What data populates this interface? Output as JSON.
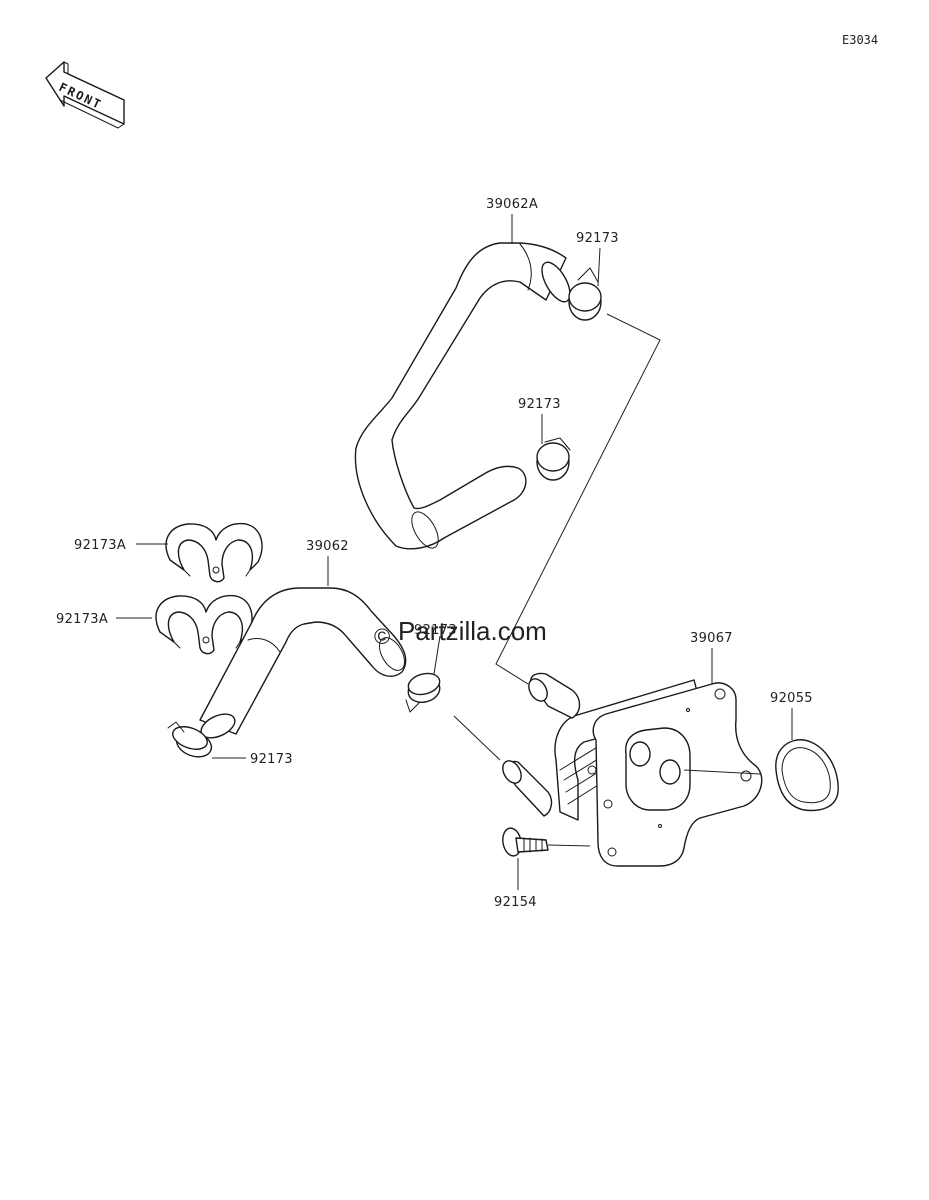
{
  "diagram_code": "E3034",
  "front_label": "FRONT",
  "watermark": "Partzilla.com",
  "watermark_symbol": "©",
  "labels": {
    "hose_upper": "39062A",
    "clamp_upper_top": "92173",
    "clamp_upper_mid": "92173",
    "clip_a_1": "92173A",
    "clip_a_2": "92173A",
    "hose_lower": "39062",
    "clamp_lower_left": "92173",
    "clamp_lower_mid": "92173",
    "oil_cooler": "39067",
    "gasket": "92055",
    "bolt": "92154"
  }
}
